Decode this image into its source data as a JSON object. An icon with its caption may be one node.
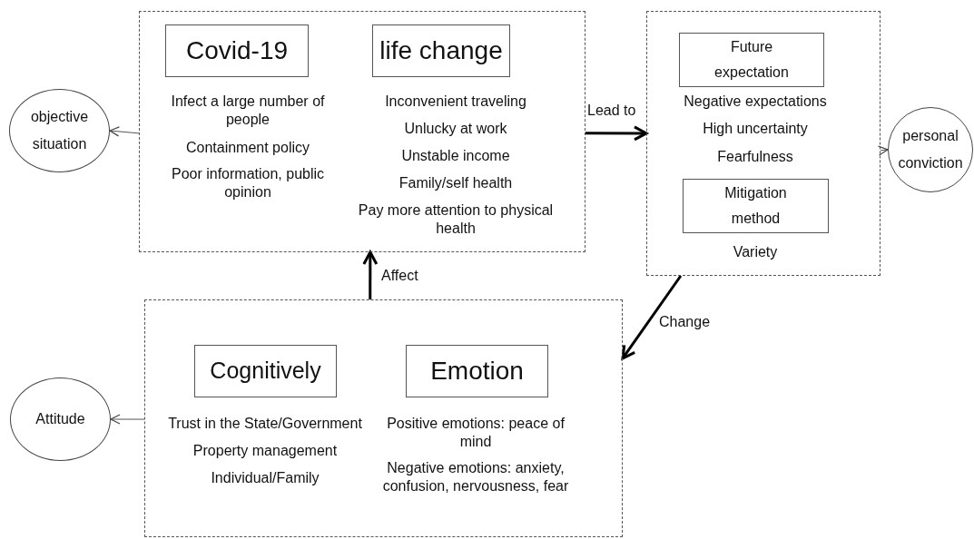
{
  "diagram": {
    "nodes": [
      {
        "text": [],
        "shape": "box"
      },
      {
        "text": [
          "Covid-19"
        ],
        "in": 0
      },
      {
        "text": [
          "life change"
        ],
        "in": 0
      },
      {
        "text": [
          "objective situation"
        ]
      },
      {
        "text": [],
        "shape": "box"
      },
      {
        "text": [
          "Future expectation"
        ],
        "in": 4
      },
      {
        "text": [
          "Mitigation method"
        ],
        "in": 4
      },
      {
        "text": [
          "personal conviction"
        ]
      },
      {
        "text": [],
        "shape": "box"
      },
      {
        "text": [
          "Cognitively"
        ],
        "in": 8
      },
      {
        "text": [
          "Emotion"
        ],
        "in": 8
      },
      {
        "text": [
          "Attitude"
        ]
      }
    ],
    "edges": [
      {
        "from": 0,
        "to": 3,
        "arrow": "to"
      },
      {
        "from": 0,
        "to": 4,
        "arrow": "to",
        "label": "Lead to",
        "style": "thick"
      },
      {
        "from": 4,
        "to": 7,
        "arrow": "to"
      },
      {
        "from": 4,
        "to": 8,
        "arrow": "to",
        "label": "Change",
        "style": "thick"
      },
      {
        "from": 8,
        "to": 0,
        "arrow": "to",
        "label": "Affect",
        "style": "thick"
      },
      {
        "from": 8,
        "to": 11,
        "arrow": "to"
      }
    ],
    "labels": [
      "Infect a large number of people",
      "Containment policy",
      "Poor information, public opinion",
      "Inconvenient traveling",
      "Unlucky at work",
      "Unstable income",
      "Family/self health",
      "Pay more attention to physical health",
      "Negative expectations",
      "High uncertainty",
      "Fearfulness",
      "Variety",
      "Trust in the State/Government",
      "Property management",
      "Individual/Family",
      "Positive emotions: peace of mind",
      "Negative emotions: anxiety, confusion, nervousness, fear"
    ]
  }
}
